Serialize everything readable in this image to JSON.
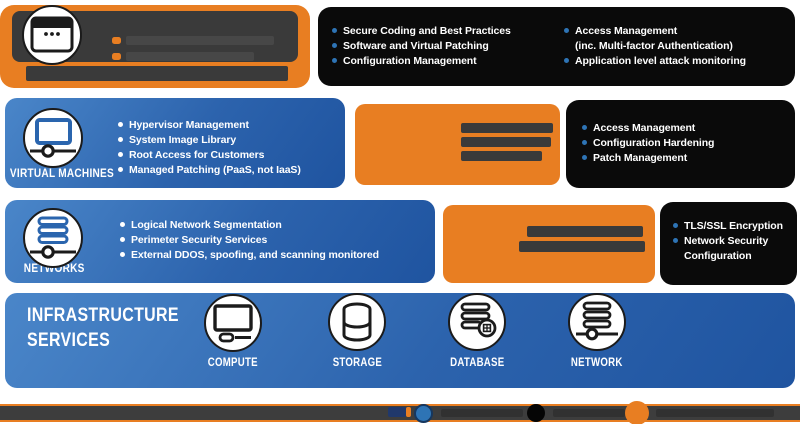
{
  "colors": {
    "orange": "#E87E22",
    "blue_gradient_start": "#4A86C9",
    "blue_gradient_end": "#1F54A0",
    "black_panel": "#0A0A0A",
    "redaction_gray": "#3A3A3A",
    "bullet_blue": "#2E74B5",
    "legend_navy": "#20386B"
  },
  "rows": {
    "applications": {
      "icon": "browser-window-icon",
      "label_redacted": true,
      "orange_bullets_redacted": 2,
      "black_panel": {
        "col1": [
          "Secure Coding and Best Practices",
          "Software and Virtual Patching",
          "Configuration Management"
        ],
        "col2": [
          "Access Management",
          "(inc. Multi-factor Authentication)",
          "Application level attack monitoring"
        ]
      }
    },
    "virtual_machines": {
      "label": "VIRTUAL MACHINES",
      "icon": "virtual-machine-icon",
      "blue_panel": [
        "Hypervisor Management",
        "System Image Library",
        "Root Access for Customers",
        "Managed Patching (PaaS, not IaaS)"
      ],
      "orange_panel_redacted_lines": 3,
      "black_panel": [
        "Access Management",
        "Configuration Hardening",
        "Patch Management"
      ]
    },
    "networks": {
      "label": "NETWORKS",
      "icon": "network-stack-icon",
      "blue_panel": [
        "Logical Network Segmentation",
        "Perimeter Security Services",
        "External DDOS, spoofing, and scanning monitored"
      ],
      "orange_panel_redacted_lines": 2,
      "black_panel": [
        "TLS/SSL Encryption",
        "Network Security",
        "Configuration"
      ]
    },
    "infrastructure": {
      "title_line1": "INFRASTRUCTURE",
      "title_line2": "SERVICES",
      "services": [
        {
          "label": "COMPUTE",
          "icon": "compute-icon"
        },
        {
          "label": "STORAGE",
          "icon": "storage-icon"
        },
        {
          "label": "DATABASE",
          "icon": "database-icon"
        },
        {
          "label": "NETWORK",
          "icon": "network-icon"
        }
      ]
    }
  },
  "legend": {
    "labels_redacted": true,
    "items": [
      {
        "circle_color": "#2E74B5"
      },
      {
        "circle_color": "#000000"
      },
      {
        "circle_color": "#E87E22"
      }
    ]
  }
}
